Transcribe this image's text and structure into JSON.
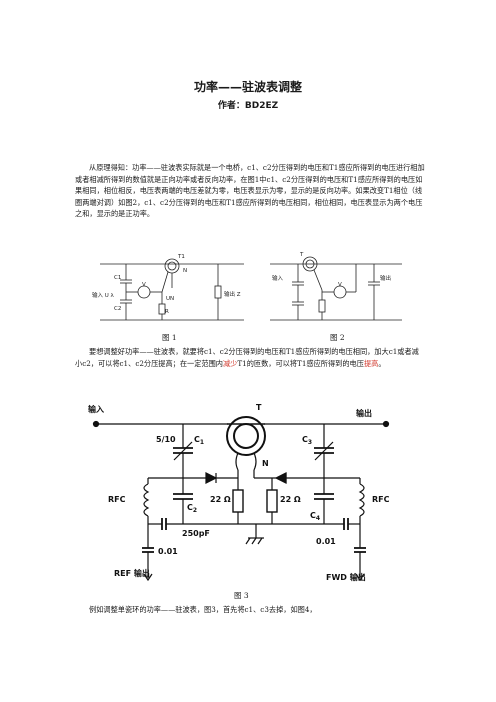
{
  "document": {
    "title": "功率——驻波表调整",
    "author": "作者：BD2EZ",
    "paragraph1": "从原理得知：功率——驻波表实际就是一个电桥，c1、c2分压得到的电压和T1感应所得到的电压进行相加或者相减所得到的数值就是正向功率或者反向功率，在图1中c1、c2分压得到的电压和T1感应所得到的电压如果相同，相位相反，电压表两端的电压差就为零，电压表显示为零，显示的是反向功率。如果改变T1相位（线圈两端对调）如图2，c1、c2分压得到的电压和T1感应所得到的电压相同，相位相同，电压表显示为两个电压之和，显示的是正功率。",
    "paragraph2_a": "要想调整好功率——驻波表，就要将c1、c2分压得到的电压和T1感应所得到的电压相同，加大c1或者减小c2，可以将c1、c2分压提高；在一定范围内",
    "paragraph2_red1": "减少",
    "paragraph2_b": "T1的匝数，可以将T1感应所得到的电压",
    "paragraph2_red2": "提高",
    "paragraph2_c": "。",
    "paragraph3": "例如调整单瓷环的功率——驻波表，图3，首先将c1、c3去掉，如图4，",
    "fig1_caption": "图 1",
    "fig2_caption": "图 2",
    "fig3_caption": "图 3"
  },
  "figure1": {
    "t_label": "T1",
    "n_label": "N",
    "c1_label": "C1",
    "c2_label": "C2",
    "v_label": "V",
    "un_label": "UN",
    "r_label": "R",
    "input_label": "输入 U λ",
    "load_label": "输出 Z"
  },
  "figure2": {
    "t_label": "T",
    "input_label": "输入",
    "output_label": "输出",
    "v_label": "V"
  },
  "figure3": {
    "input_label": "输入",
    "output_label": "输出",
    "t_label": "T",
    "n_label": "N",
    "c1_label": "C",
    "c1_sub": "1",
    "c2_label": "C",
    "c2_sub": "2",
    "c3_label": "C",
    "c3_sub": "3",
    "c4_label": "C",
    "c4_sub": "4",
    "trim_label": "5/10",
    "r1_label": "22 Ω",
    "r2_label": "22 Ω",
    "rfc_left": "RFC",
    "rfc_right": "RFC",
    "cap_250": "250pF",
    "cap_001_left": "0.01",
    "cap_001_right": "0.01",
    "ref_label": "REF 输出",
    "fwd_label": "FWD 输出"
  }
}
